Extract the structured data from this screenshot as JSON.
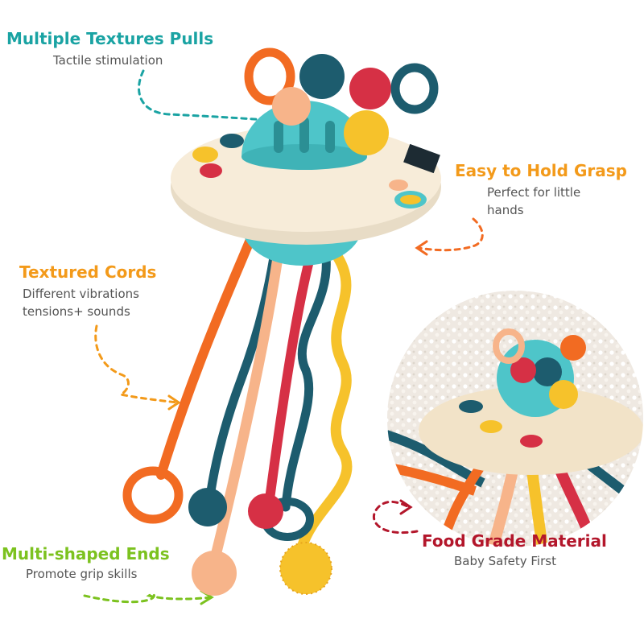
{
  "colors": {
    "teal": "#1aa3a3",
    "orange": "#f39a1a",
    "green": "#7cc21f",
    "red": "#b3162b",
    "gray_text": "#555555",
    "toy_teal": "#4ec5c9",
    "toy_cream": "#f7ecd9",
    "toy_orange": "#f26b22",
    "toy_peach": "#f7b48a",
    "toy_navy": "#1d5c6e",
    "toy_red": "#d63045",
    "toy_yellow": "#f6c22b"
  },
  "features": [
    {
      "title": "Multiple Textures Pulls",
      "subtitle": "Tactile stimulation",
      "title_color": "#1aa3a3"
    },
    {
      "title": "Easy to Hold Grasp",
      "subtitle_lines": [
        "Perfect for little",
        "hands"
      ],
      "title_color": "#f39a1a"
    },
    {
      "title": "Textured Cords",
      "subtitle_lines": [
        "Different vibrations",
        "tensions+ sounds"
      ],
      "title_color": "#f39a1a"
    },
    {
      "title": "Food Grade Material",
      "subtitle": "Baby Safety First",
      "title_color": "#b3162b"
    },
    {
      "title": "Multi-shaped Ends",
      "subtitle": "Promote grip skills",
      "title_color": "#7cc21f"
    }
  ],
  "product": {
    "name": "UFO pull-string sensory teether toy",
    "icon": "ufo-toy-illustration",
    "inset_icon": "toy-in-sensory-bin-photo"
  }
}
